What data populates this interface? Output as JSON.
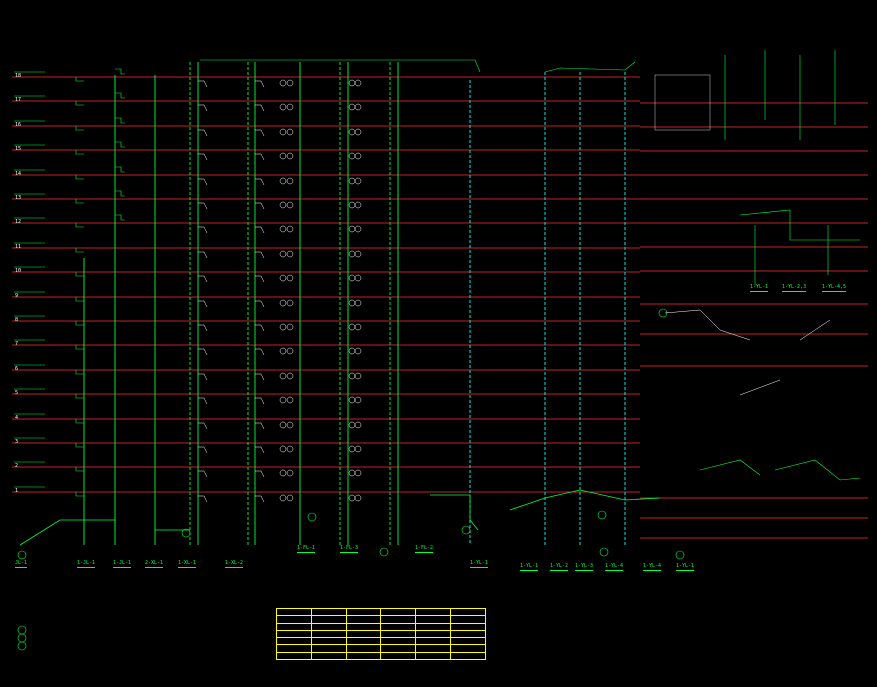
{
  "floor_labels": [
    "18",
    "17",
    "16",
    "15",
    "14",
    "13",
    "12",
    "11",
    "10",
    "9",
    "8",
    "7",
    "6",
    "5",
    "4",
    "3",
    "2",
    "1"
  ],
  "riser_labels": [
    {
      "id": "JL-1",
      "text": "JL-1"
    },
    {
      "id": "1-JL-1",
      "text": "1-JL-1"
    },
    {
      "id": "1-JL-1b",
      "text": "1-JL-1"
    },
    {
      "id": "2-XL-1",
      "text": "2-XL-1"
    },
    {
      "id": "1-XL-1",
      "text": "1-XL-1"
    },
    {
      "id": "1-XL-2",
      "text": "1-XL-2"
    },
    {
      "id": "1-FL-1",
      "text": "1-FL-1"
    },
    {
      "id": "1-FL-3",
      "text": "1-FL-3"
    },
    {
      "id": "1-FL-2",
      "text": "1-FL-2"
    },
    {
      "id": "1-YL-1",
      "text": "1-YL-1"
    },
    {
      "id": "1-YL-1b",
      "text": "1-YL-1"
    },
    {
      "id": "1-YL-2",
      "text": "1-YL-2"
    },
    {
      "id": "1-YL-3",
      "text": "1-YL-3"
    },
    {
      "id": "1-YL-4",
      "text": "1-YL-4"
    },
    {
      "id": "1-YL-4b",
      "text": "1-YL-4"
    },
    {
      "id": "1-YL-1c",
      "text": "1-YL-1"
    }
  ],
  "right_labels": {
    "yl_group": [
      "1-YL-1",
      "1-YL-2,3",
      "1-YL-4,5"
    ]
  },
  "table": {
    "rows": [
      [
        "",
        "",
        "",
        "",
        "",
        ""
      ],
      [
        "",
        "",
        "",
        "",
        "",
        ""
      ],
      [
        "",
        "",
        "",
        "",
        "",
        ""
      ],
      [
        "",
        "",
        "",
        "",
        "",
        ""
      ],
      [
        "",
        "",
        "",
        "",
        "",
        ""
      ],
      [
        "",
        "",
        "",
        "",
        "",
        ""
      ],
      [
        "",
        "",
        "",
        "",
        "",
        ""
      ]
    ]
  },
  "colors": {
    "background": "#000000",
    "floor_line": "#ff3030",
    "pipe": "#00ff40",
    "pipe_alt": "#00ffff",
    "text": "#ffffff",
    "table": "#ffff00"
  }
}
